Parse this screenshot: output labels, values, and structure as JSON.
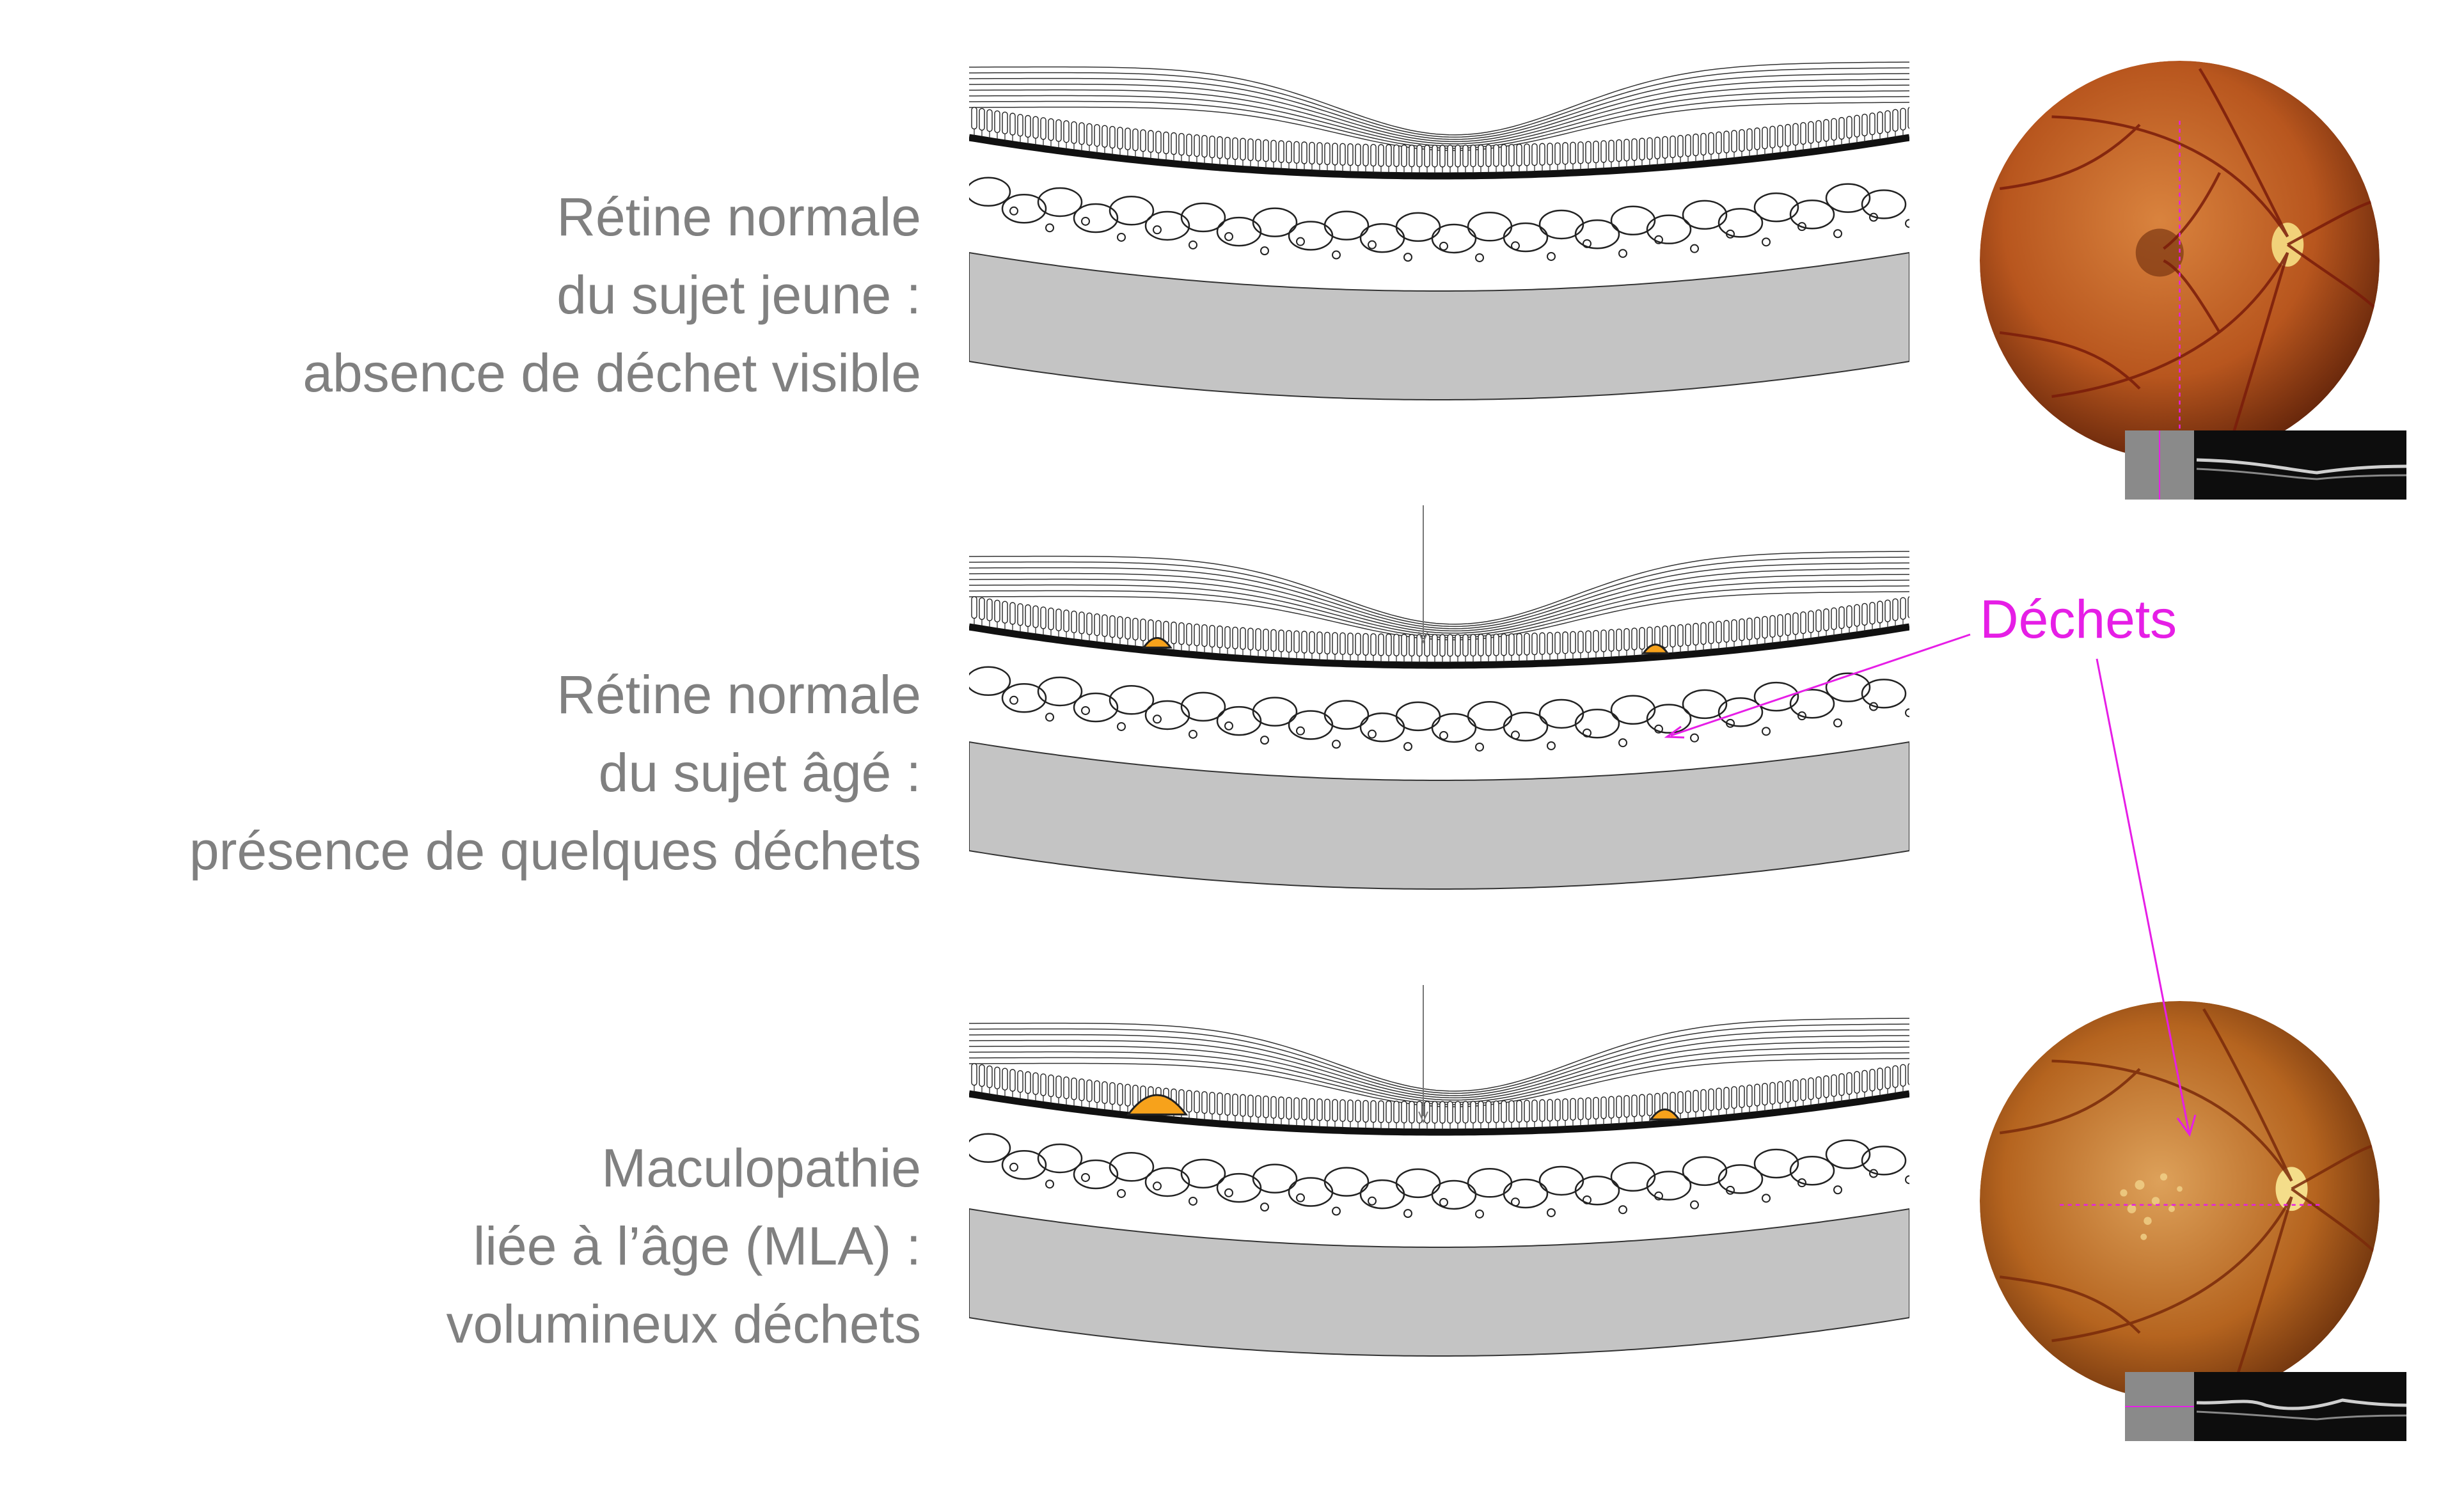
{
  "rows": [
    {
      "lines": [
        "Rétine normale",
        "du sujet jeune :",
        "absence de déchet visible"
      ],
      "drusen": []
    },
    {
      "lines": [
        "Rétine normale",
        "du sujet âgé :",
        "présence de quelques déchets"
      ],
      "drusen": [
        {
          "at": 0.2,
          "size": 0.5
        },
        {
          "at": 0.73,
          "size": 0.4
        }
      ]
    },
    {
      "lines": [
        "Maculopathie",
        "liée à l’âge (MLA) :",
        "volumineux déchets"
      ],
      "drusen": [
        {
          "at": 0.2,
          "size": 1.6
        },
        {
          "at": 0.74,
          "size": 0.55
        }
      ]
    }
  ],
  "callout": {
    "label": "Déchets",
    "color": "#e61ee6"
  },
  "colors": {
    "text": "#808080",
    "drusen": "#f7a21b",
    "sclera": "#c4c4c4",
    "fundus": "#b8561e",
    "oct": "#111111"
  }
}
